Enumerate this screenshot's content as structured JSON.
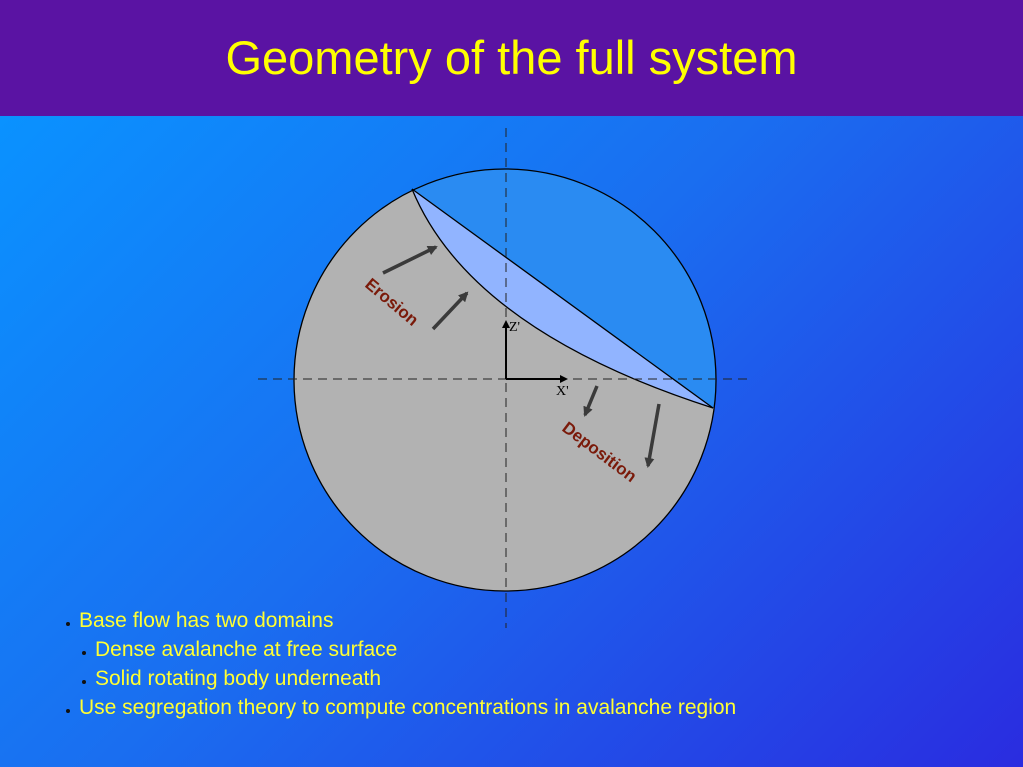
{
  "slide": {
    "title": "Geometry of the full system"
  },
  "diagram": {
    "labels": {
      "erosion": "Erosion",
      "deposition": "Deposition",
      "z_axis": "Z'",
      "x_axis": "X'"
    },
    "colors": {
      "solid_body": "#b2b2b2",
      "avalanche_region": "#91b4ff",
      "upper_region": "#2a8bf2",
      "arrow": "#3a3a3a",
      "label_text": "#7a1a0a"
    }
  },
  "bullets": [
    {
      "text": "Base flow has two domains",
      "level": 1
    },
    {
      "text": "Dense avalanche at free surface",
      "level": 2
    },
    {
      "text": "Solid rotating body underneath",
      "level": 2
    },
    {
      "text": "Use segregation theory to compute concentrations in avalanche region",
      "level": 1
    }
  ]
}
